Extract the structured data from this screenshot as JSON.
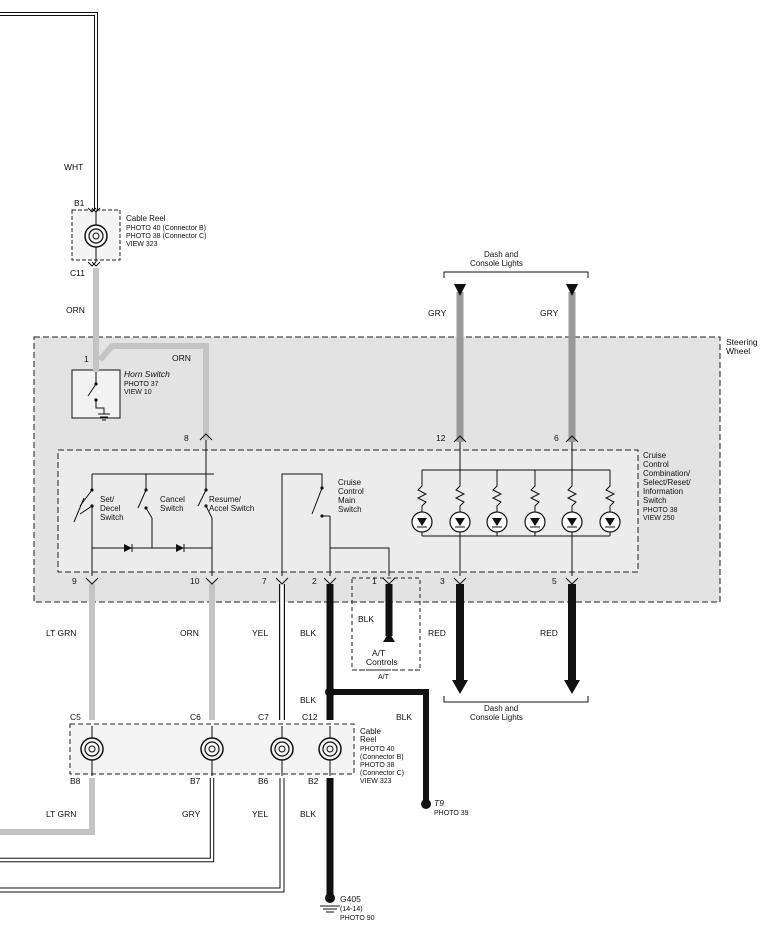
{
  "wires": {
    "wht": "WHT",
    "orn_top": "ORN",
    "orn_horn": "ORN",
    "gry_left": "GRY",
    "gry_right": "GRY",
    "lt_grn": "LT GRN",
    "orn_mid": "ORN",
    "yel": "YEL",
    "blk": "BLK",
    "blk_at": "BLK",
    "red_left": "RED",
    "red_right": "RED",
    "blk_node": "BLK",
    "blk_t9": "BLK",
    "lt_grn_bot": "LT GRN",
    "gry_bot": "GRY",
    "yel_bot": "YEL",
    "blk_bot": "BLK"
  },
  "pins": {
    "b1": "B1",
    "c11": "C11",
    "p1": "1",
    "p8": "8",
    "p12": "12",
    "p6": "6",
    "p9": "9",
    "p10": "10",
    "p7": "7",
    "p2": "2",
    "at1": "1",
    "p3": "3",
    "p5": "5",
    "c5": "C5",
    "c6": "C6",
    "c7": "C7",
    "c12": "C12",
    "b8": "B8",
    "b7": "B7",
    "b6": "B6",
    "b2": "B2"
  },
  "components": {
    "cable_reel_top": [
      "Cable Reel",
      "PHOTO 40 (Connector B)",
      "PHOTO 38 (Connector C)",
      "VIEW 323"
    ],
    "horn_switch": [
      "Horn Switch",
      "PHOTO 37",
      "VIEW 10"
    ],
    "steering_wheel": [
      "Steering",
      "Wheel"
    ],
    "dash_top": [
      "Dash and",
      "Console Lights"
    ],
    "dash_bottom": [
      "Dash and",
      "Console Lights"
    ],
    "set_decel": [
      "Set/",
      "Decel",
      "Switch"
    ],
    "cancel": [
      "Cancel",
      "Switch"
    ],
    "resume": [
      "Resume/",
      "Accel Switch"
    ],
    "cruise_main": [
      "Cruise",
      "Control",
      "Main",
      "Switch"
    ],
    "cruise_combo": [
      "Cruise",
      "Control",
      "Combination/",
      "Select/Reset/",
      "Information",
      "Switch",
      "PHOTO 38",
      "VIEW 250"
    ],
    "at_controls": [
      "A/T",
      "Controls"
    ],
    "at_tag": "A/T",
    "cable_reel_bottom": [
      "Cable",
      "Reel",
      "PHOTO 40",
      "(Connector B)",
      "PHOTO 38",
      "(Connector C)",
      "VIEW 323"
    ],
    "t9": [
      "T9",
      "PHOTO 39"
    ],
    "g405": [
      "G405",
      "(14-14)",
      "PHOTO 90"
    ]
  },
  "colors": {
    "wire_light": "#c4c4c4",
    "wire_dark": "#111111",
    "wire_medium": "#9a9a9a",
    "steering_fill": "#e3e3e3"
  }
}
